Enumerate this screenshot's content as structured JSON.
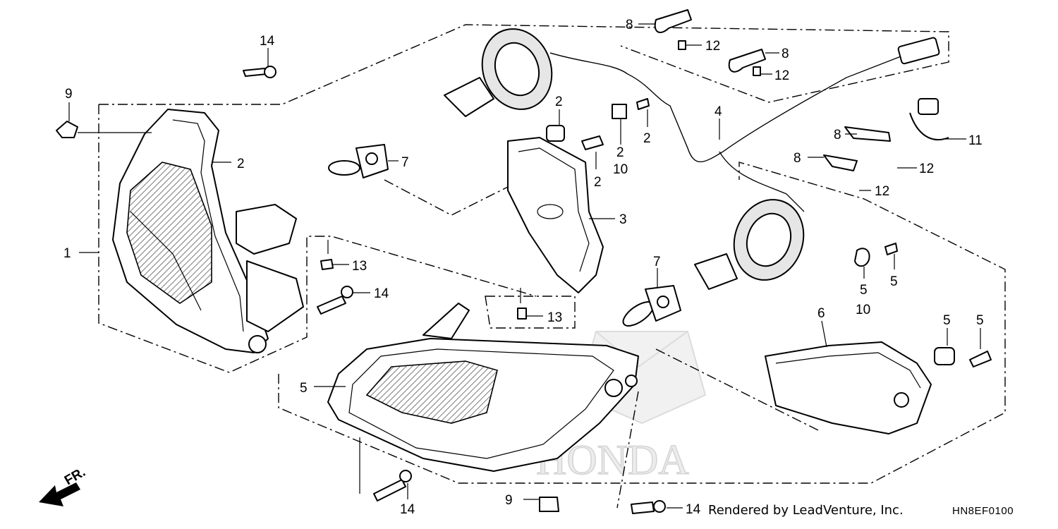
{
  "diagram": {
    "callouts": {
      "c14_top": "14",
      "c9_left": "9",
      "c2_left": "2",
      "c7_left": "7",
      "c1": "1",
      "c13_a": "13",
      "c14_mid": "14",
      "c13_b": "13",
      "c5_lamp": "5",
      "c14_bottom": "14",
      "c9_bottom": "9",
      "c14_credit": "14",
      "c8_a": "8",
      "c12_a": "12",
      "c8_b": "8",
      "c12_b": "12",
      "c2_grommet": "2",
      "c2_bolt": "2",
      "c2_clip": "2",
      "c10_clip": "10",
      "c2_nut": "2",
      "c3": "3",
      "c4": "4",
      "c8_c": "8",
      "c8_d": "8",
      "c11": "11",
      "c12_c": "12",
      "c12_d": "12",
      "c7_mid": "7",
      "c5_clip": "5",
      "c10_right": "10",
      "c5_screw": "5",
      "c6": "6",
      "c5_grommet": "5",
      "c5_bolt": "5"
    },
    "credit": "Rendered by LeadVenture, Inc.",
    "diagram_code": "HN8EF0100",
    "front_indicator": "FR.",
    "watermark": "HONDA"
  }
}
